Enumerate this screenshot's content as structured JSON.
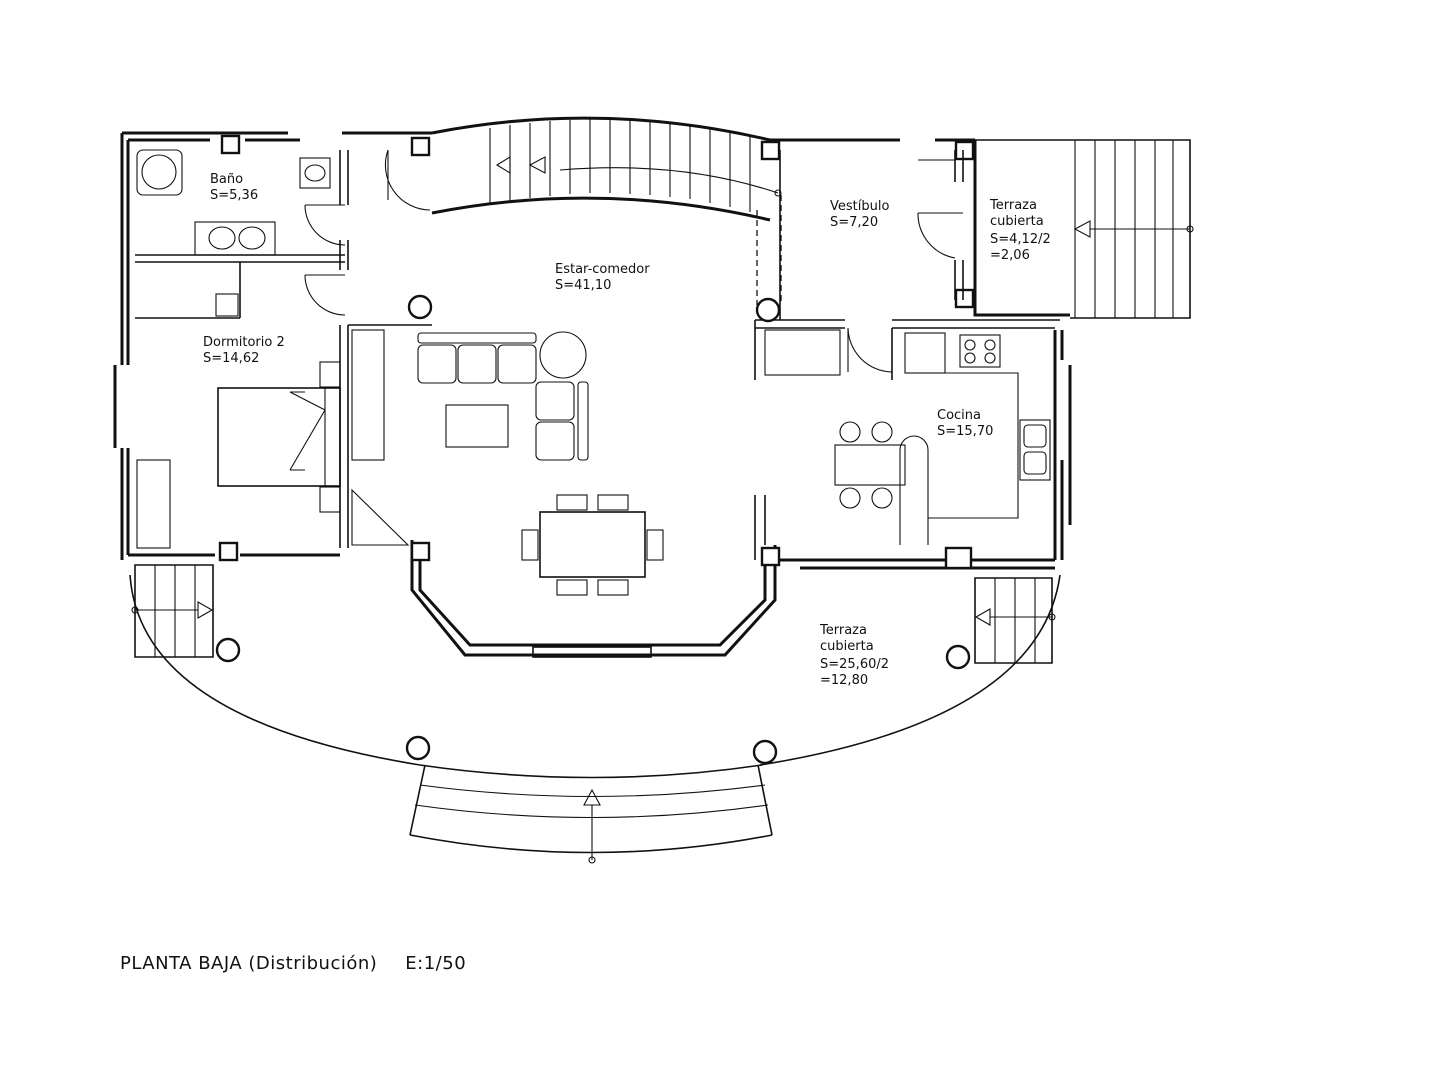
{
  "plan": {
    "rooms": [
      {
        "name": "Baño",
        "area": "S=5,36"
      },
      {
        "name": "Estar-comedor",
        "area": "S=41,10"
      },
      {
        "name": "Vestíbulo",
        "area": "S=7,20"
      },
      {
        "name": "Terraza",
        "name2": "cubierta",
        "area": "S=4,12/2",
        "area2": "=2,06"
      },
      {
        "name": "Dormitorio 2",
        "area": "S=14,62"
      },
      {
        "name": "Cocina",
        "area": "S=15,70"
      },
      {
        "name": "Terraza",
        "name2": "cubierta",
        "area": "S=25,60/2",
        "area2": "=12,80"
      }
    ]
  },
  "caption": {
    "title": "PLANTA BAJA (Distribución)",
    "scale": "E:1/50"
  }
}
